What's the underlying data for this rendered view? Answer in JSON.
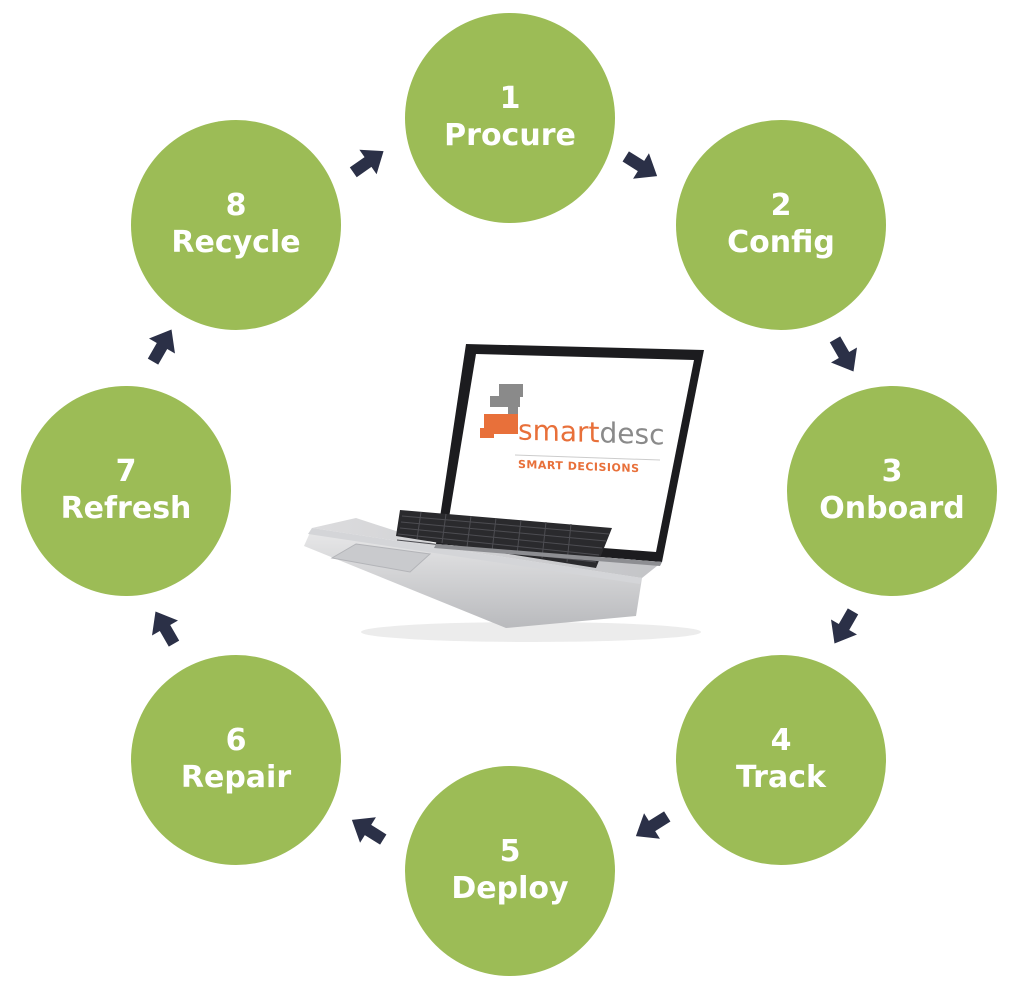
{
  "steps": [
    {
      "number": "1",
      "label": "Procure"
    },
    {
      "number": "2",
      "label": "Config"
    },
    {
      "number": "3",
      "label": "Onboard"
    },
    {
      "number": "4",
      "label": "Track"
    },
    {
      "number": "5",
      "label": "Deploy"
    },
    {
      "number": "6",
      "label": "Repair"
    },
    {
      "number": "7",
      "label": "Refresh"
    },
    {
      "number": "8",
      "label": "Recycle"
    }
  ],
  "logo": {
    "name_part1": "smart",
    "name_part2": "desc",
    "tagline": "SMART DECISIONS"
  },
  "colors": {
    "circle": "#9cbc56",
    "arrow": "#2b3047",
    "logo_orange": "#e8703a",
    "logo_gray": "#8a8a8a"
  },
  "icons": {
    "arrow": "arrow-icon",
    "device": "laptop-icon"
  }
}
